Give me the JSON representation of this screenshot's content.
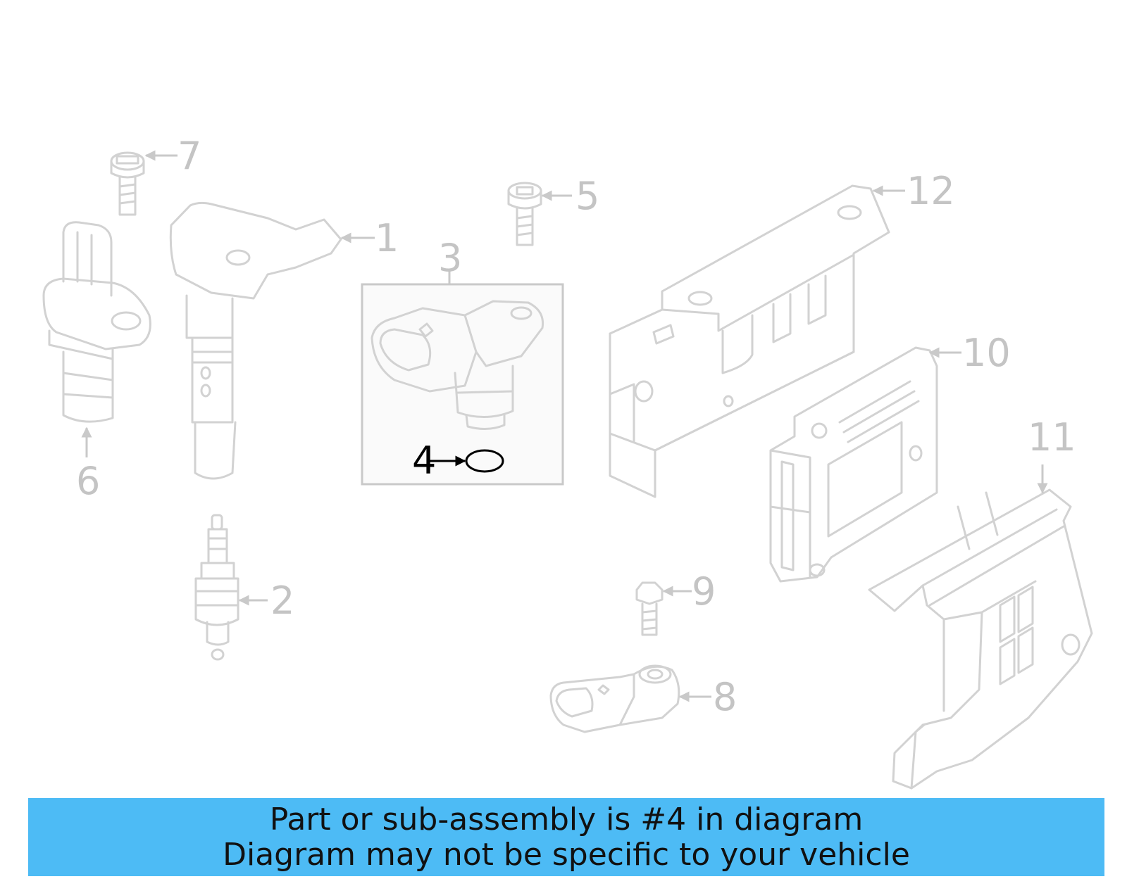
{
  "diagram": {
    "callouts": {
      "c1": "1",
      "c2": "2",
      "c3": "3",
      "c4": "4",
      "c5": "5",
      "c6": "6",
      "c7": "7",
      "c8": "8",
      "c9": "9",
      "c10": "10",
      "c11": "11",
      "c12": "12"
    },
    "highlighted_part": "4",
    "colors": {
      "lines": "#d2d2d2",
      "highlight": "#000000",
      "banner": "#4dbbf5"
    }
  },
  "banner": {
    "line1": "Part or sub-assembly is #4 in diagram",
    "line2": "Diagram may not be specific to your vehicle"
  }
}
